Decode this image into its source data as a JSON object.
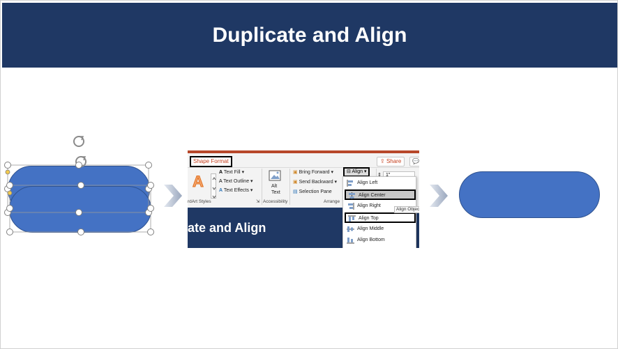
{
  "slide": {
    "title": "Duplicate and Align"
  },
  "ribbon": {
    "tab_active": "Shape Format",
    "share": "Share",
    "comments": "C",
    "wordart": {
      "glyph": "A",
      "text_fill": "Text Fill",
      "text_outline": "Text Outline",
      "text_effects": "Text Effects",
      "group_label": "rdArt Styles"
    },
    "accessibility": {
      "alt_text_line1": "Alt",
      "alt_text_line2": "Text",
      "group_label": "Accessibility"
    },
    "arrange": {
      "bring_forward": "Bring Forward",
      "send_backward": "Send Backward",
      "selection_pane": "Selection Pane",
      "align": "Align",
      "group_label": "Arrange"
    },
    "size_value": "1\"",
    "preview_text": "ate and Align",
    "align_menu": [
      {
        "label": "Align Left",
        "state": "normal"
      },
      {
        "label": "Align Center",
        "state": "hover-boxed"
      },
      {
        "label": "Align Right",
        "state": "normal"
      },
      {
        "label": "Align Top",
        "state": "boxed"
      },
      {
        "label": "Align Middle",
        "state": "normal"
      },
      {
        "label": "Align Bottom",
        "state": "normal"
      }
    ],
    "tooltip": "Align Objec"
  },
  "colors": {
    "title_bar": "#1f3864",
    "shape_fill": "#4472c4",
    "shape_border": "#2f528f",
    "accent_orange": "#c43e1c"
  },
  "icons": {
    "rotate": "rotate-handle-icon",
    "next": "chevron-right-icon"
  }
}
